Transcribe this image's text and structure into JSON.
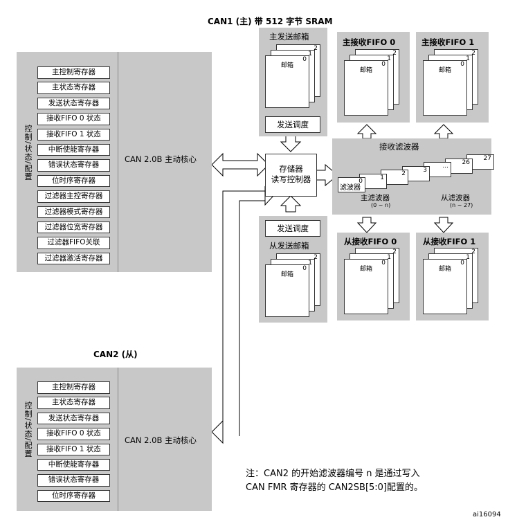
{
  "can1_title": "CAN1 (主) 带 512 字节 SRAM",
  "can2_title": "CAN2 (从)",
  "can1": {
    "side_label": "控制/状态/配置",
    "core_label": "CAN 2.0B 主动核心",
    "registers": [
      "主控制寄存器",
      "主状态寄存器",
      "发送状态寄存器",
      "接收FIFO 0 状态",
      "接收FIFO 1 状态",
      "中断使能寄存器",
      "错误状态寄存器",
      "位时序寄存器",
      "过滤器主控寄存器",
      "过滤器模式寄存器",
      "过滤器位宽寄存器",
      "过滤器FIFO关联",
      "过滤器激活寄存器"
    ]
  },
  "can2": {
    "side_label": "控制/状态/配置",
    "core_label": "CAN 2.0B 主动核心",
    "registers": [
      "主控制寄存器",
      "主状态寄存器",
      "发送状态寄存器",
      "接收FIFO 0 状态",
      "接收FIFO 1 状态",
      "中断使能寄存器",
      "错误状态寄存器",
      "位时序寄存器"
    ]
  },
  "master_tx": {
    "title": "主发送邮箱",
    "scheduler": "发送调度",
    "mailbox": "邮箱",
    "nums": [
      "0",
      "1",
      "2"
    ]
  },
  "slave_tx": {
    "title": "从发送邮箱",
    "scheduler": "发送调度",
    "mailbox": "邮箱",
    "nums": [
      "0",
      "1",
      "2"
    ]
  },
  "memory_ctrl": "存储器\n读写控制器",
  "master_fifo0": {
    "title": "主接收FIFO 0",
    "mailbox": "邮箱",
    "nums": [
      "0",
      "1",
      "2"
    ]
  },
  "master_fifo1": {
    "title": "主接收FIFO 1",
    "mailbox": "邮箱",
    "nums": [
      "0",
      "1",
      "2"
    ]
  },
  "slave_fifo0": {
    "title": "从接收FIFO 0",
    "mailbox": "邮箱",
    "nums": [
      "0",
      "1",
      "2"
    ]
  },
  "slave_fifo1": {
    "title": "从接收FIFO 1",
    "mailbox": "邮箱",
    "nums": [
      "0",
      "1",
      "2"
    ]
  },
  "filters": {
    "title": "接收滤波器",
    "filter_label": "滤波器",
    "nums": [
      "0",
      "1",
      "2",
      "3",
      "...",
      "26",
      "27"
    ],
    "master": "主滤波器",
    "master_range": "(0 ~ n)",
    "slave": "从滤波器",
    "slave_range": "(n ~ 27)"
  },
  "note_line1": "注：CAN2 的开始滤波器编号 n 是通过写入",
  "note_line2": "CAN  FMR 寄存器的 CAN2SB[5:0]配置的。",
  "figure_id": "ai16094"
}
